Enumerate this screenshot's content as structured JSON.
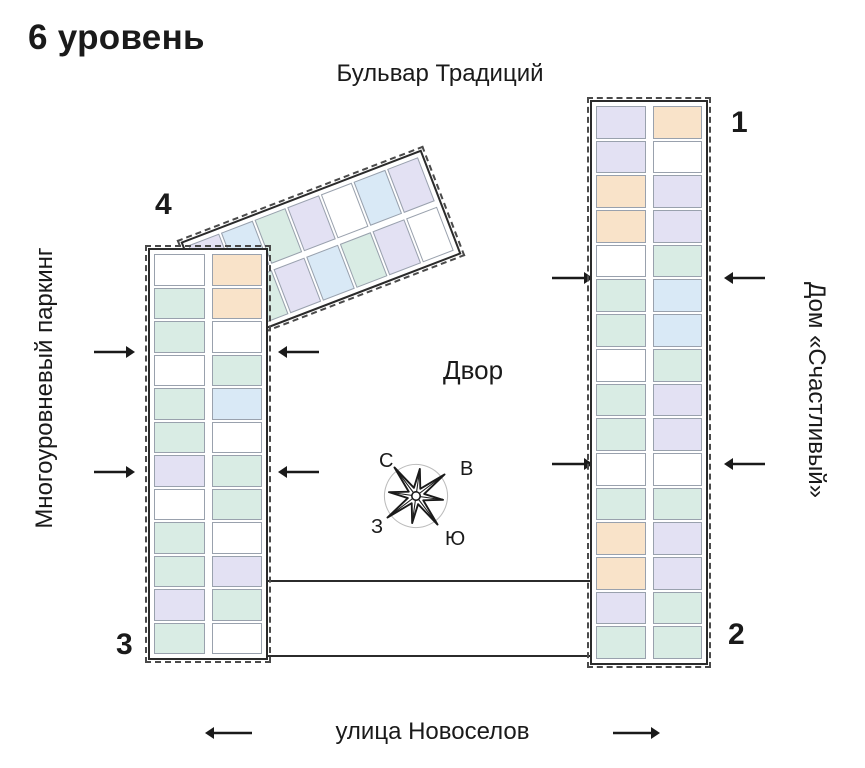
{
  "title": "6 уровень",
  "labels": {
    "street_top": "Бульвар Традиций",
    "street_bottom": "улица Новоселов",
    "side_left": "Многоуровневый паркинг",
    "side_right": "Дом «Счастливый»",
    "courtyard": "Двор"
  },
  "compass": {
    "north": "С",
    "east": "В",
    "west": "З",
    "south": "Ю"
  },
  "buildings": {
    "b1": {
      "number": "1"
    },
    "b2": {
      "number": "2"
    },
    "b3": {
      "number": "3"
    },
    "b4": {
      "number": "4"
    }
  },
  "palette": {
    "teal": "#d9ece4",
    "purple": "#e3e1f3",
    "orange": "#f9e3c9",
    "blue": "#d9e9f6",
    "white": "#ffffff",
    "outline": "#2b2b2b",
    "unit_border": "#99a1ad"
  },
  "units": {
    "right_slab": [
      "purple",
      "orange",
      "purple",
      "white",
      "orange",
      "purple",
      "orange",
      "purple",
      "white",
      "teal",
      "teal",
      "blue",
      "teal",
      "blue",
      "white",
      "teal",
      "teal",
      "purple",
      "teal",
      "purple",
      "white",
      "white",
      "teal",
      "teal",
      "orange",
      "purple",
      "orange",
      "purple",
      "purple",
      "teal",
      "teal",
      "teal"
    ],
    "left_slab": [
      "white",
      "orange",
      "teal",
      "orange",
      "teal",
      "white",
      "white",
      "teal",
      "teal",
      "blue",
      "teal",
      "white",
      "purple",
      "teal",
      "white",
      "teal",
      "teal",
      "white",
      "teal",
      "purple",
      "purple",
      "teal",
      "teal",
      "white"
    ],
    "wing": [
      "purple",
      "blue",
      "teal",
      "purple",
      "white",
      "blue",
      "purple",
      "white",
      "teal",
      "purple",
      "blue",
      "teal",
      "purple",
      "white"
    ]
  }
}
